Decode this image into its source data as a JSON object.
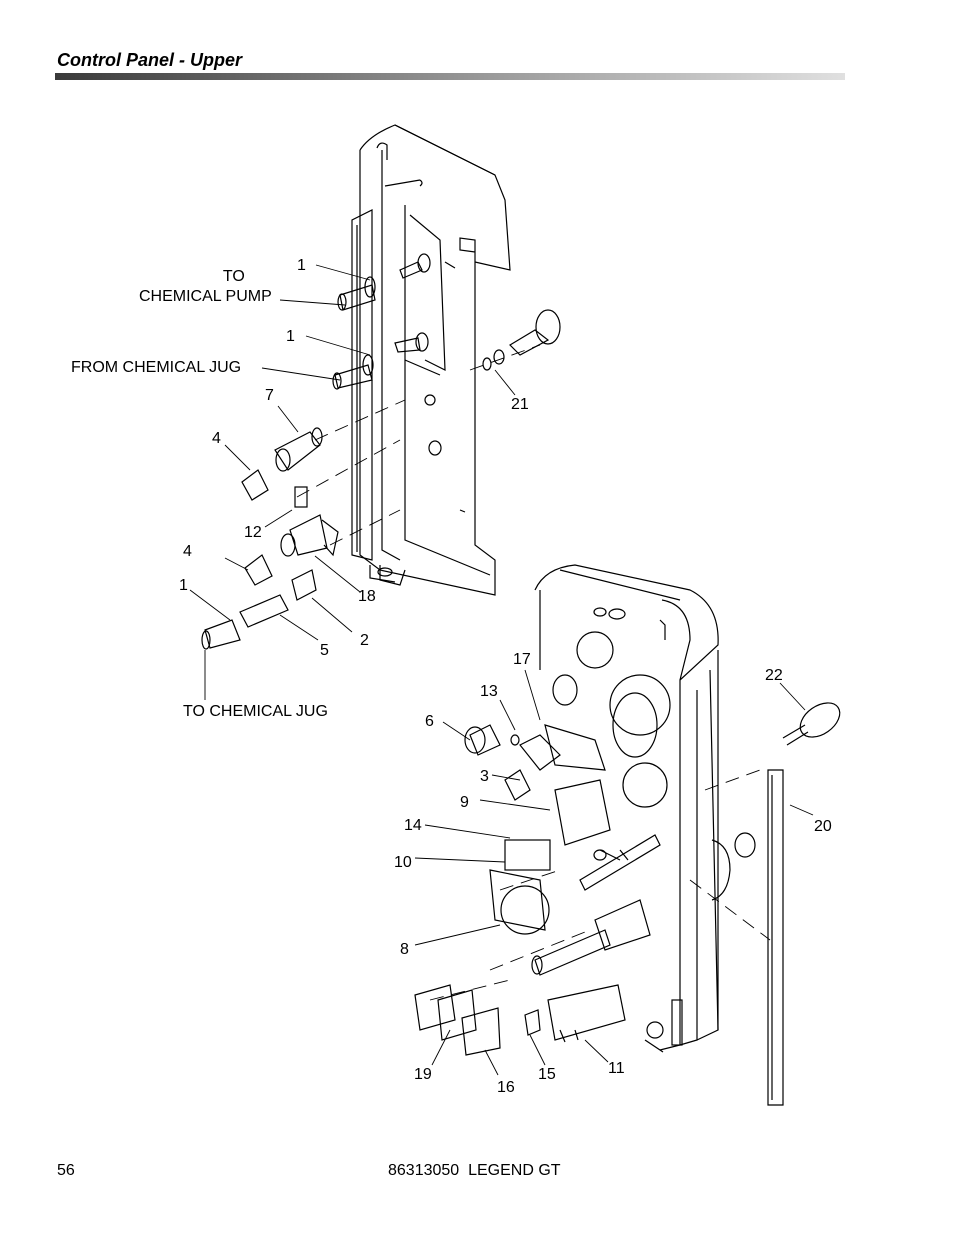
{
  "header": {
    "title": "Control Panel - Upper"
  },
  "labels": {
    "to_chemical_pump_line1": "TO",
    "to_chemical_pump_line2": "CHEMICAL PUMP",
    "from_chemical_jug": "FROM CHEMICAL JUG",
    "to_chemical_jug": "TO CHEMICAL JUG"
  },
  "callouts": {
    "c1_top": "1",
    "c1_mid": "1",
    "c7": "7",
    "c21": "21",
    "c4_top": "4",
    "c12": "12",
    "c4_low": "4",
    "c18": "18",
    "c1_low": "1",
    "c2": "2",
    "c5": "5",
    "c17": "17",
    "c22": "22",
    "c13": "13",
    "c6": "6",
    "c3": "3",
    "c9": "9",
    "c14": "14",
    "c20": "20",
    "c10": "10",
    "c8": "8",
    "c19": "19",
    "c16": "16",
    "c15": "15",
    "c11": "11"
  },
  "footer": {
    "page_number": "56",
    "doc_id": "86313050  LEGEND GT"
  }
}
